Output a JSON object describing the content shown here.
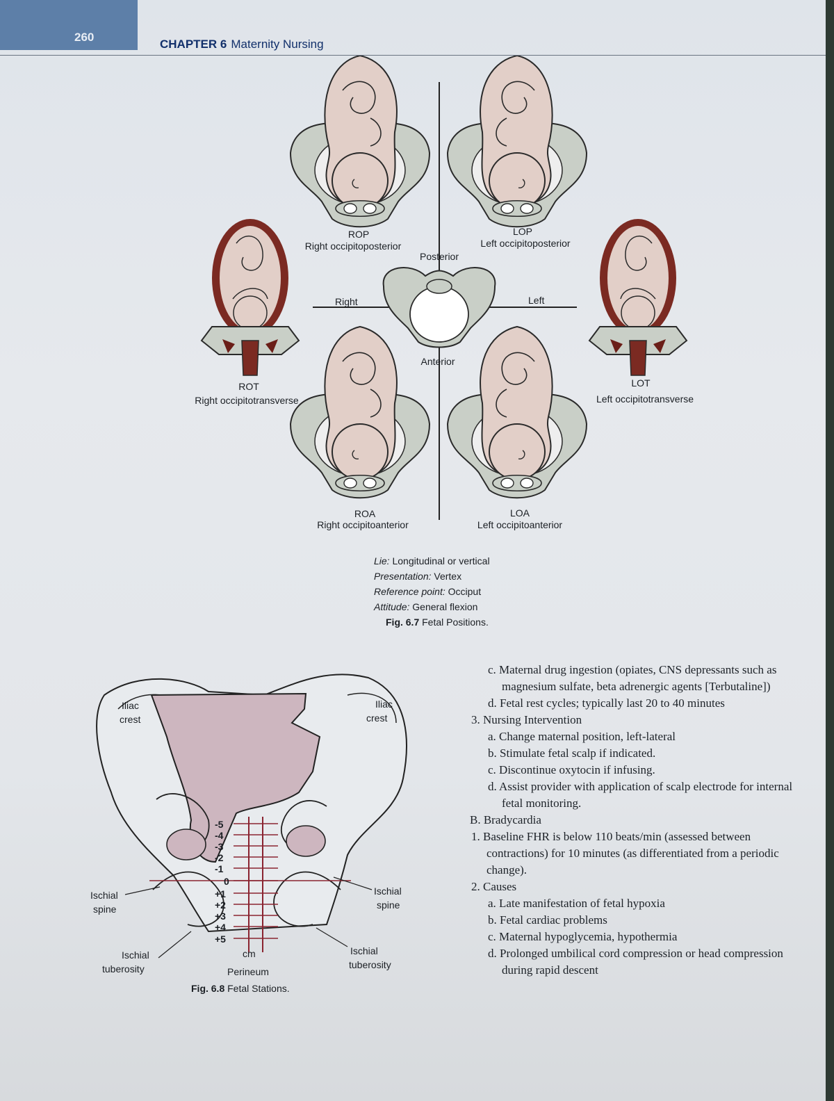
{
  "header": {
    "page_number": "260",
    "chapter_label": "CHAPTER 6",
    "chapter_title": "Maternity Nursing"
  },
  "fig67": {
    "rop_abbr": "ROP",
    "rop_name": "Right occipitoposterior",
    "lop_abbr": "LOP",
    "lop_name": "Left occipitoposterior",
    "rot_abbr": "ROT",
    "rot_name": "Right occipitotransverse",
    "lot_abbr": "LOT",
    "lot_name": "Left occipitotransverse",
    "roa_abbr": "ROA",
    "roa_name": "Right occipitoanterior",
    "loa_abbr": "LOA",
    "loa_name": "Left occipitoanterior",
    "posterior": "Posterior",
    "anterior": "Anterior",
    "right": "Right",
    "left": "Left",
    "lie_label": "Lie:",
    "lie_value": "Longitudinal or vertical",
    "presentation_label": "Presentation:",
    "presentation_value": "Vertex",
    "reference_label": "Reference point:",
    "reference_value": "Occiput",
    "attitude_label": "Attitude:",
    "attitude_value": "General flexion",
    "caption_num": "Fig. 6.7",
    "caption_text": "Fetal Positions."
  },
  "fig68": {
    "iliac_crest_l1": "Iliac",
    "iliac_crest_l2": "crest",
    "ischial_spine_l1": "Ischial",
    "ischial_spine_l2": "spine",
    "ischial_tuberosity_l1": "Ischial",
    "ischial_tuberosity_l2": "tuberosity",
    "perineum": "Perineum",
    "unit": "cm",
    "stations": [
      "-5",
      "-4",
      "-3",
      "-2",
      "-1",
      "0",
      "+1",
      "+2",
      "+3",
      "+4",
      "+5"
    ],
    "caption_num": "Fig. 6.8",
    "caption_text": "Fetal Stations."
  },
  "text": {
    "c_item": "c. Maternal drug ingestion (opiates, CNS depressants such as magnesium sulfate, beta adrenergic agents [Terbutaline])",
    "d_item": "d. Fetal rest cycles; typically last 20 to 40 minutes",
    "s3": "3. Nursing Intervention",
    "s3a": "a. Change maternal position, left-lateral",
    "s3b": "b. Stimulate fetal scalp if indicated.",
    "s3c": "c. Discontinue oxytocin if infusing.",
    "s3d": "d. Assist provider with application of scalp electrode for internal fetal monitoring.",
    "B": "B. Bradycardia",
    "B1": "1. Baseline FHR is below 110 beats/min (assessed between contractions) for 10 minutes (as differentiated from a periodic change).",
    "B2": "2. Causes",
    "B2a": "a. Late manifestation of fetal hypoxia",
    "B2b": "b. Fetal cardiac problems",
    "B2c": "c. Maternal hypoglycemia, hypothermia",
    "B2d": "d. Prolonged umbilical cord compression or head compression during rapid descent"
  }
}
